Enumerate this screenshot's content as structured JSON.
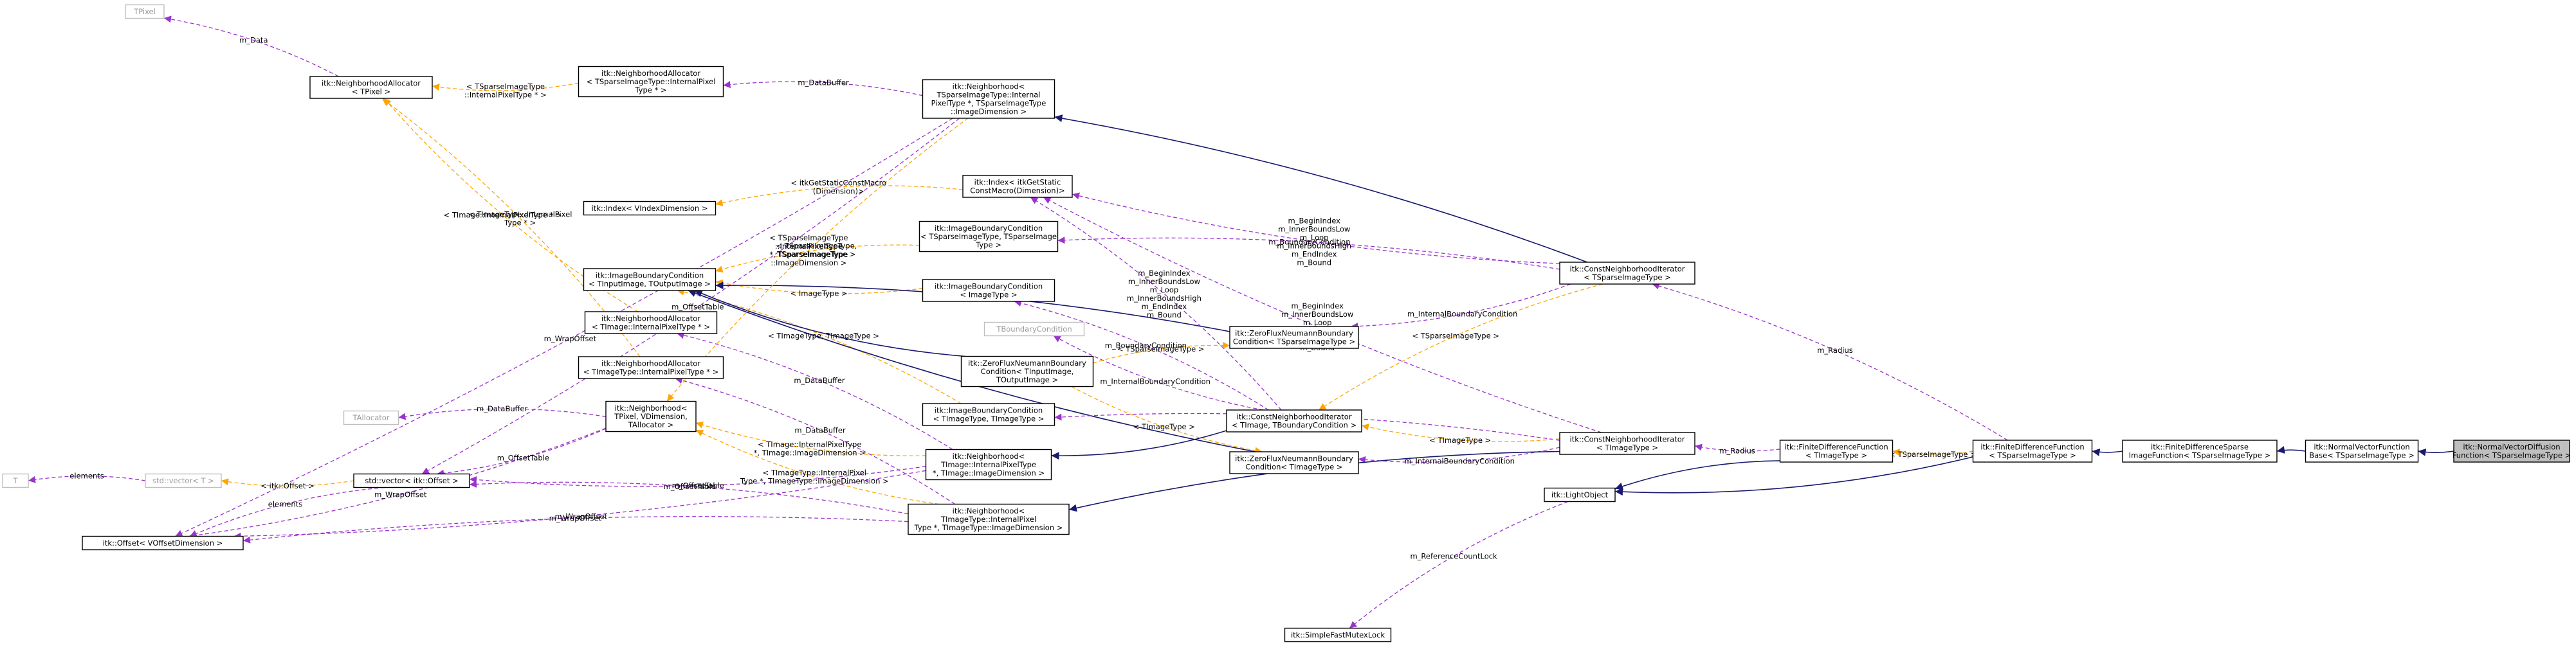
{
  "colors": {
    "inherit": "#191970",
    "usage": "#9a32cd",
    "template": "#ffa500",
    "node_border": "#000000",
    "node_border_gray": "#bfbfbf",
    "highlight_fill": "#bfbfbf"
  },
  "nodes": [
    {
      "id": "TPixel",
      "lines": [
        "TPixel"
      ],
      "gray": true
    },
    {
      "id": "NAlloc_TPixel",
      "lines": [
        "itk::NeighborhoodAllocator",
        "< TPixel >"
      ]
    },
    {
      "id": "NAlloc_SparseInternal",
      "lines": [
        "itk::NeighborhoodAllocator",
        "< TSparseImageType::InternalPixel",
        "Type * >"
      ]
    },
    {
      "id": "Neighborhood_Sparse",
      "lines": [
        "itk::Neighborhood<",
        "TSparseImageType::Internal",
        "PixelType *, TSparseImageType",
        "::ImageDimension >"
      ]
    },
    {
      "id": "IndexGetStatic",
      "lines": [
        "itk::Index< itkGetStatic",
        "ConstMacro(Dimension)>"
      ]
    },
    {
      "id": "IndexVIndex",
      "lines": [
        "itk::Index< VIndexDimension >"
      ]
    },
    {
      "id": "IBC_Sparse",
      "lines": [
        "itk::ImageBoundaryCondition",
        "< TSparseImageType, TSparseImage",
        "Type >"
      ]
    },
    {
      "id": "IBC_TInput",
      "lines": [
        "itk::ImageBoundaryCondition",
        "< TInputImage, TOutputImage >"
      ]
    },
    {
      "id": "IBC_TImage",
      "lines": [
        "itk::ImageBoundaryCondition",
        "< ImageType >"
      ]
    },
    {
      "id": "TBoundaryCondition",
      "lines": [
        "TBoundaryCondition"
      ],
      "gray": true
    },
    {
      "id": "NAlloc_TImageInternal1",
      "lines": [
        "itk::NeighborhoodAllocator",
        "< TImage::InternalPixelType * >"
      ]
    },
    {
      "id": "NAlloc_TImageInternal2",
      "lines": [
        "itk::NeighborhoodAllocator",
        "< TImageType::InternalPixelType * >"
      ]
    },
    {
      "id": "ZeroFlux_TInput",
      "lines": [
        "itk::ZeroFluxNeumannBoundary",
        "Condition< TInputImage,",
        "TOutputImage >"
      ]
    },
    {
      "id": "ZeroFlux_Sparse",
      "lines": [
        "itk::ZeroFluxNeumannBoundary",
        "Condition< TSparseImageType >"
      ]
    },
    {
      "id": "ZeroFlux_TImage",
      "lines": [
        "itk::ZeroFluxNeumannBoundary",
        "Condition< TImageType >"
      ]
    },
    {
      "id": "TAllocator",
      "lines": [
        "TAllocator"
      ],
      "gray": true
    },
    {
      "id": "Neighborhood_TPixel",
      "lines": [
        "itk::Neighborhood<",
        "TPixel, VDimension,",
        "TAllocator >"
      ]
    },
    {
      "id": "IBC_TImageType",
      "lines": [
        "itk::ImageBoundaryCondition",
        "< TImageType, TImageType >"
      ]
    },
    {
      "id": "Neighborhood_TImageInternal",
      "lines": [
        "itk::Neighborhood<",
        "TImage::InternalPixelType",
        "*, TImage::ImageDimension >"
      ]
    },
    {
      "id": "Neighborhood_TImageTypeInternal",
      "lines": [
        "itk::Neighborhood<",
        "TImageType::InternalPixel",
        "Type *, TImageType::ImageDimension >"
      ]
    },
    {
      "id": "T",
      "lines": [
        "T"
      ],
      "gray": true
    },
    {
      "id": "stdvector_T",
      "lines": [
        "std::vector< T >"
      ],
      "gray": true
    },
    {
      "id": "stdvector_Offset",
      "lines": [
        "std::vector< itk::Offset >"
      ]
    },
    {
      "id": "Offset",
      "lines": [
        "itk::Offset< VOffsetDimension >"
      ]
    },
    {
      "id": "CNI_TImage_TBC",
      "lines": [
        "itk::ConstNeighborhoodIterator",
        "< TImage, TBoundaryCondition >"
      ]
    },
    {
      "id": "CNI_Sparse",
      "lines": [
        "itk::ConstNeighborhoodIterator",
        "< TSparseImageType >"
      ]
    },
    {
      "id": "CNI_TImageType",
      "lines": [
        "itk::ConstNeighborhoodIterator",
        "< TImageType >"
      ]
    },
    {
      "id": "LightObject",
      "lines": [
        "itk::LightObject"
      ]
    },
    {
      "id": "SimpleFastMutexLock",
      "lines": [
        "itk::SimpleFastMutexLock"
      ]
    },
    {
      "id": "FDF_TImageType",
      "lines": [
        "itk::FiniteDifferenceFunction",
        "< TImageType >"
      ]
    },
    {
      "id": "FDF_Sparse",
      "lines": [
        "itk::FiniteDifferenceFunction",
        "< TSparseImageType >"
      ]
    },
    {
      "id": "FDSIF",
      "lines": [
        "itk::FiniteDifferenceSparse",
        "ImageFunction< TSparseImageType >"
      ]
    },
    {
      "id": "NVFB",
      "lines": [
        "itk::NormalVectorFunction",
        "Base< TSparseImageType >"
      ]
    },
    {
      "id": "NVDF",
      "lines": [
        "itk::NormalVectorDiffusion",
        "Function< TSparseImageType >"
      ],
      "highlight": true
    }
  ],
  "edges": [
    {
      "from": "NAlloc_TPixel",
      "to": "TPixel",
      "kind": "usage",
      "label": [
        "m_Data"
      ]
    },
    {
      "from": "NAlloc_SparseInternal",
      "to": "NAlloc_TPixel",
      "kind": "template",
      "label": [
        "< TSparseImageType",
        "::InternalPixelType * >"
      ]
    },
    {
      "from": "NAlloc_TImageInternal2",
      "to": "NAlloc_TPixel",
      "kind": "template",
      "label": [
        "< TImageType::InternalPixel",
        "Type * >"
      ]
    },
    {
      "from": "NAlloc_TImageInternal1",
      "to": "NAlloc_TPixel",
      "kind": "template",
      "label": [
        "< TImage::InternalPixelType * >"
      ]
    },
    {
      "from": "Neighborhood_Sparse",
      "to": "NAlloc_SparseInternal",
      "kind": "usage",
      "label": [
        "m_DataBuffer"
      ]
    },
    {
      "from": "Neighborhood_Sparse",
      "to": "stdvector_Offset",
      "kind": "usage",
      "label": [
        "m_OffsetTable"
      ]
    },
    {
      "from": "CNI_Sparse",
      "to": "Neighborhood_Sparse",
      "kind": "inherit",
      "label": []
    },
    {
      "from": "Neighborhood_Sparse",
      "to": "Offset",
      "kind": "usage",
      "label": [
        "m_WrapOffset"
      ]
    },
    {
      "from": "IndexGetStatic",
      "to": "IndexVIndex",
      "kind": "template",
      "label": [
        "< itkGetStaticConstMacro",
        "(Dimension)>"
      ]
    },
    {
      "from": "CNI_Sparse",
      "to": "IndexGetStatic",
      "kind": "usage",
      "label": [
        "m_BeginIndex",
        "m_InnerBoundsLow",
        "m_Loop",
        "m_InnerBoundsHigh",
        "m_EndIndex",
        "m_Bound"
      ]
    },
    {
      "from": "CNI_TImage_TBC",
      "to": "IndexGetStatic",
      "kind": "usage",
      "label": [
        "m_BeginIndex",
        "m_InnerBoundsLow",
        "m_Loop",
        "m_InnerBoundsHigh",
        "m_EndIndex",
        "m_Bound"
      ]
    },
    {
      "from": "CNI_TImageType",
      "to": "IndexGetStatic",
      "kind": "usage",
      "label": [
        "m_BeginIndex",
        "m_InnerBoundsLow",
        "m_Loop",
        "m_InnerBoundsHigh",
        "m_EndIndex",
        "m_Bound"
      ]
    },
    {
      "from": "IBC_Sparse",
      "to": "IBC_TInput",
      "kind": "template",
      "label": [
        "< TSparseImageType,",
        "TSparseImageType >"
      ]
    },
    {
      "from": "IBC_TImage",
      "to": "IBC_TInput",
      "kind": "template",
      "label": [
        "< ImageType >"
      ]
    },
    {
      "from": "IBC_TImageType",
      "to": "IBC_TInput",
      "kind": "template",
      "label": [
        "< TImageType, TImageType >"
      ]
    },
    {
      "from": "ZeroFlux_TInput",
      "to": "IBC_TInput",
      "kind": "inherit",
      "label": []
    },
    {
      "from": "ZeroFlux_Sparse",
      "to": "IBC_TInput",
      "kind": "inherit",
      "label": []
    },
    {
      "from": "ZeroFlux_TImage",
      "to": "IBC_TInput",
      "kind": "inherit",
      "label": []
    },
    {
      "from": "CNI_Sparse",
      "to": "IBC_Sparse",
      "kind": "usage",
      "label": [
        "m_BoundaryCondition"
      ]
    },
    {
      "from": "CNI_Sparse",
      "to": "ZeroFlux_Sparse",
      "kind": "usage",
      "label": [
        "m_InternalBoundaryCondition"
      ]
    },
    {
      "from": "CNI_TImage_TBC",
      "to": "IBC_TImage",
      "kind": "usage",
      "label": [
        "m_BoundaryCondition"
      ]
    },
    {
      "from": "CNI_TImage_TBC",
      "to": "TBoundaryCondition",
      "kind": "usage",
      "label": [
        "m_InternalBoundaryCondition"
      ]
    },
    {
      "from": "CNI_TImageType",
      "to": "IBC_TImageType",
      "kind": "usage",
      "label": [
        "m_BoundaryCondition"
      ]
    },
    {
      "from": "CNI_TImageType",
      "to": "ZeroFlux_TImage",
      "kind": "usage",
      "label": [
        "m_InternalBoundaryCondition"
      ]
    },
    {
      "from": "Neighborhood_TPixel",
      "to": "TAllocator",
      "kind": "usage",
      "label": [
        "m_DataBuffer"
      ]
    },
    {
      "from": "Neighborhood_TPixel",
      "to": "stdvector_Offset",
      "kind": "usage",
      "label": [
        "m_OffsetTable"
      ]
    },
    {
      "from": "Neighborhood_TImageInternal",
      "to": "NAlloc_TImageInternal1",
      "kind": "usage",
      "label": [
        "m_DataBuffer"
      ]
    },
    {
      "from": "Neighborhood_TImageInternal",
      "to": "Neighborhood_TPixel",
      "kind": "template",
      "label": [
        "< TImage::InternalPixelType",
        "*, TImage::ImageDimension >"
      ]
    },
    {
      "from": "Neighborhood_TImageTypeInternal",
      "to": "NAlloc_TImageInternal2",
      "kind": "usage",
      "label": [
        "m_DataBuffer"
      ]
    },
    {
      "from": "Neighborhood_TImageTypeInternal",
      "to": "Neighborhood_TPixel",
      "kind": "template",
      "label": [
        "< TImageType::InternalPixel",
        "Type *, TImageType::ImageDimension >"
      ]
    },
    {
      "from": "Neighborhood_Sparse",
      "to": "Neighborhood_TPixel",
      "kind": "template",
      "label": [
        "< TSparseImageType",
        "::InternalPixelType",
        "*, TSparseImageType",
        "::ImageDimension >"
      ]
    },
    {
      "from": "Neighborhood_TImageInternal",
      "to": "stdvector_Offset",
      "kind": "usage",
      "label": [
        "m_OffsetTable"
      ]
    },
    {
      "from": "Neighborhood_TImageTypeInternal",
      "to": "stdvector_Offset",
      "kind": "usage",
      "label": [
        "m_OffsetTable"
      ]
    },
    {
      "from": "Neighborhood_TImageInternal",
      "to": "Offset",
      "kind": "usage",
      "label": [
        "m_WrapOffset"
      ]
    },
    {
      "from": "Neighborhood_TImageTypeInternal",
      "to": "Offset",
      "kind": "usage",
      "label": [
        "m_WrapOffset"
      ]
    },
    {
      "from": "Neighborhood_TPixel",
      "to": "Offset",
      "kind": "usage",
      "label": [
        "m_WrapOffset"
      ]
    },
    {
      "from": "stdvector_T",
      "to": "T",
      "kind": "usage",
      "label": [
        "elements"
      ]
    },
    {
      "from": "stdvector_Offset",
      "to": "stdvector_T",
      "kind": "template",
      "label": [
        "< itk::Offset >"
      ]
    },
    {
      "from": "stdvector_Offset",
      "to": "Offset",
      "kind": "usage",
      "label": [
        "elements"
      ]
    },
    {
      "from": "CNI_TImage_TBC",
      "to": "Neighborhood_TImageInternal",
      "kind": "inherit",
      "label": []
    },
    {
      "from": "CNI_TImageType",
      "to": "Neighborhood_TImageTypeInternal",
      "kind": "inherit",
      "label": []
    },
    {
      "from": "CNI_TImageType",
      "to": "CNI_TImage_TBC",
      "kind": "template",
      "label": [
        "< TImageType >"
      ]
    },
    {
      "from": "CNI_Sparse",
      "to": "CNI_TImage_TBC",
      "kind": "template",
      "label": [
        "< TSparseImageType >"
      ]
    },
    {
      "from": "ZeroFlux_TInput",
      "to": "ZeroFlux_Sparse",
      "kind": "template",
      "label": [
        "< TSparseImageType >"
      ]
    },
    {
      "from": "ZeroFlux_TInput",
      "to": "ZeroFlux_TImage",
      "kind": "template",
      "label": [
        "< TImageType >"
      ]
    },
    {
      "from": "FDF_TImageType",
      "to": "CNI_TImageType",
      "kind": "usage",
      "label": [
        "m_Radius"
      ]
    },
    {
      "from": "FDF_TImageType",
      "to": "LightObject",
      "kind": "inherit",
      "label": []
    },
    {
      "from": "FDF_Sparse",
      "to": "LightObject",
      "kind": "inherit",
      "label": []
    },
    {
      "from": "LightObject",
      "to": "SimpleFastMutexLock",
      "kind": "usage",
      "label": [
        "m_ReferenceCountLock"
      ]
    },
    {
      "from": "FDF_Sparse",
      "to": "FDF_TImageType",
      "kind": "template",
      "label": [
        "< TSparseImageType >"
      ]
    },
    {
      "from": "FDF_Sparse",
      "to": "CNI_Sparse",
      "kind": "usage",
      "label": [
        "m_Radius"
      ]
    },
    {
      "from": "FDSIF",
      "to": "FDF_Sparse",
      "kind": "inherit",
      "label": []
    },
    {
      "from": "NVFB",
      "to": "FDSIF",
      "kind": "inherit",
      "label": []
    },
    {
      "from": "NVDF",
      "to": "NVFB",
      "kind": "inherit",
      "label": []
    }
  ]
}
